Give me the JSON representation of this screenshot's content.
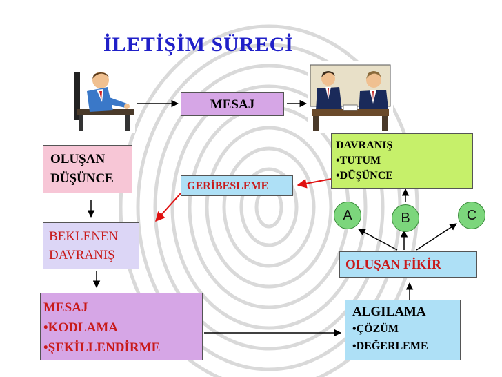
{
  "title": "İLETİŞİM SÜRECİ",
  "boxes": {
    "mesaj": "MESAJ",
    "olusan_dusunce": [
      "OLUŞAN",
      "DÜŞÜNCE"
    ],
    "geribesleme": "GERİBESLEME",
    "beklenen": [
      "BEKLENEN",
      "DAVRANIŞ"
    ],
    "kodlama": [
      "MESAJ",
      "•KODLAMA",
      "•ŞEKİLLENDİRME"
    ],
    "davranis": [
      "DAVRANIŞ",
      "•TUTUM",
      "•DÜŞÜNCE"
    ],
    "olusan_fikir": "OLUŞAN FİKİR",
    "algilama": [
      "ALGILAMA",
      "•ÇÖZÜM",
      "•DEĞERLEME"
    ]
  },
  "circles": [
    "A",
    "B",
    "C"
  ],
  "colors": {
    "title": "#2020c8",
    "mesaj_box": "#d6a6e6",
    "olusan_dusunce_box": "#f7c6d6",
    "geribesleme_box": "#aee0f6",
    "beklenen_box": "#dcd6f6",
    "kodlama_box": "#d6a6e6",
    "davranis_box": "#c6f06a",
    "olusan_fikir_box": "#aee0f6",
    "algilama_box": "#aee0f6",
    "circle": "#7cd67c",
    "feedback_arrow": "#e01010"
  },
  "icons": [
    "man-at-desk-icon",
    "two-men-meeting-icon",
    "fingerprint-background"
  ]
}
